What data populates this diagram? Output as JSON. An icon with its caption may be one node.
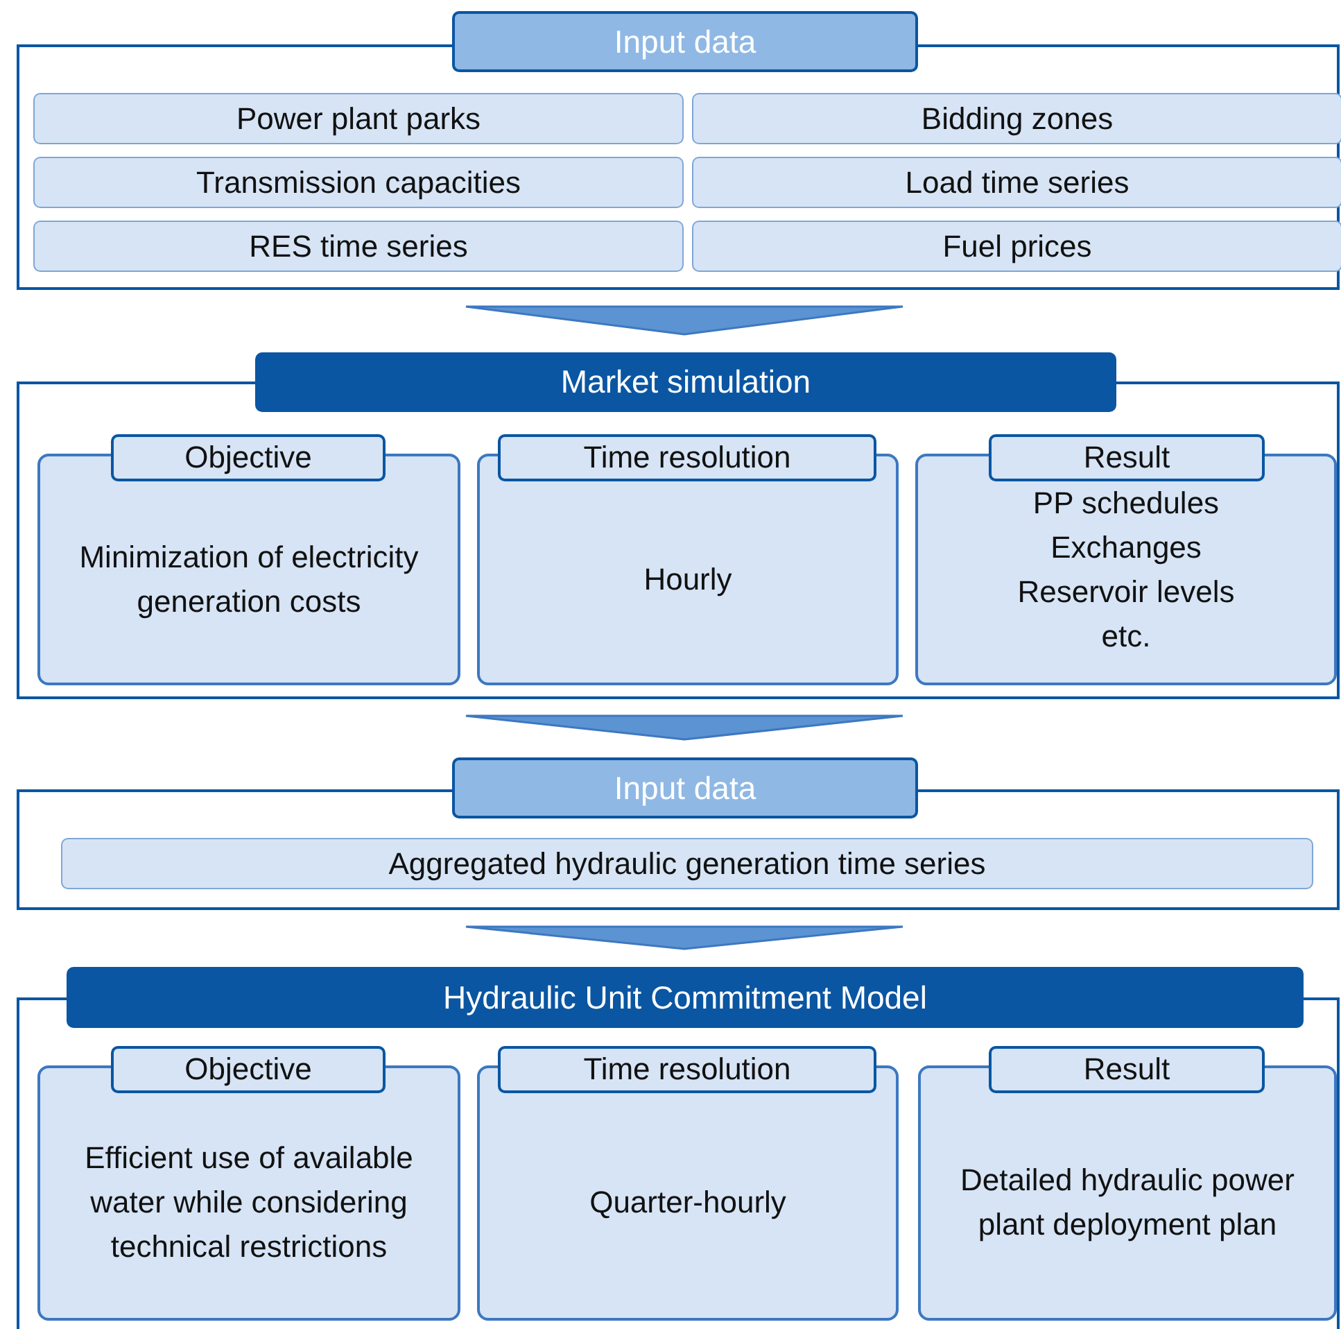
{
  "diagram": {
    "nodes": [
      {
        "text": [
          "Input data"
        ]
      },
      {
        "text": [
          "Power plant parks"
        ],
        "in": 0
      },
      {
        "text": [
          "Bidding zones"
        ],
        "in": 0
      },
      {
        "text": [
          "Transmission capacities"
        ],
        "in": 0
      },
      {
        "text": [
          "Load time series"
        ],
        "in": 0
      },
      {
        "text": [
          "RES time series"
        ],
        "in": 0
      },
      {
        "text": [
          "Fuel prices"
        ],
        "in": 0
      },
      {
        "text": [
          "Market simulation"
        ]
      },
      {
        "text": [
          "Objective",
          "Minimization of electricity generation costs"
        ],
        "in": 7
      },
      {
        "text": [
          "Time resolution",
          "Hourly"
        ],
        "in": 7
      },
      {
        "text": [
          "Result",
          "PP schedules",
          "Exchanges",
          "Reservoir levels",
          "etc."
        ],
        "in": 7
      },
      {
        "text": [
          "Input data"
        ]
      },
      {
        "text": [
          "Aggregated hydraulic generation time series"
        ],
        "in": 11
      },
      {
        "text": [
          "Hydraulic Unit Commitment Model"
        ]
      },
      {
        "text": [
          "Objective",
          "Efficient use of available water while considering technical restrictions"
        ],
        "in": 13
      },
      {
        "text": [
          "Time resolution",
          "Quarter-hourly"
        ],
        "in": 13
      },
      {
        "text": [
          "Result",
          "Detailed hydraulic power plant deployment plan"
        ],
        "in": 13
      }
    ],
    "edges": [
      {
        "from": 0,
        "to": 7,
        "arrow": "to"
      },
      {
        "from": 7,
        "to": 11,
        "arrow": "to"
      },
      {
        "from": 11,
        "to": 13,
        "arrow": "to"
      }
    ]
  }
}
